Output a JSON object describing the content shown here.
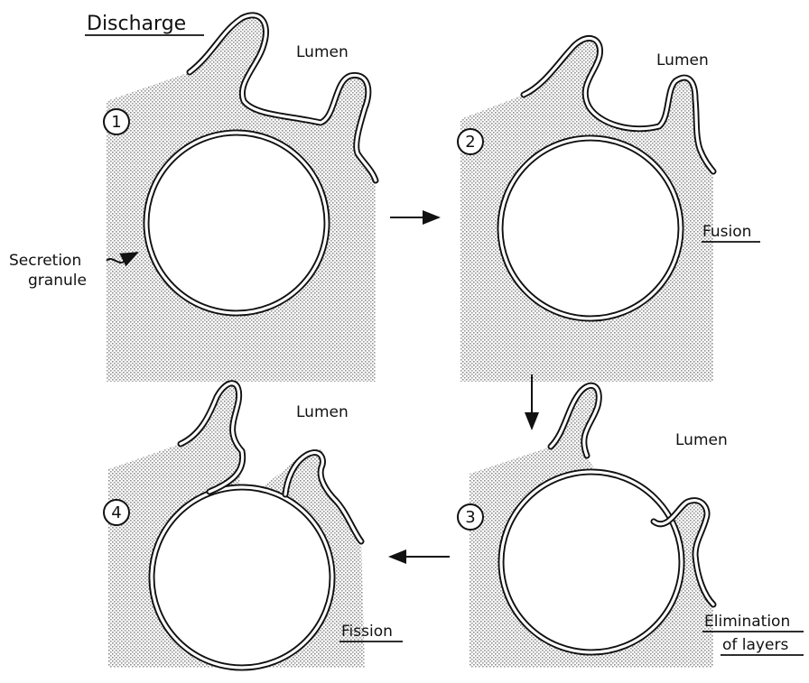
{
  "title": "Discharge",
  "lumen_label": "Lumen",
  "secretion_granule_label": [
    "Secretion",
    "granule"
  ],
  "steps": [
    {
      "number": "1",
      "caption": []
    },
    {
      "number": "2",
      "caption": [
        "Fusion"
      ]
    },
    {
      "number": "3",
      "caption": [
        "Elimination",
        "of layers"
      ]
    },
    {
      "number": "4",
      "caption": [
        "Fission"
      ]
    }
  ],
  "colors": {
    "cytoplasm_stipple": "#cfcfcf",
    "line": "#111111",
    "background": "#ffffff"
  }
}
